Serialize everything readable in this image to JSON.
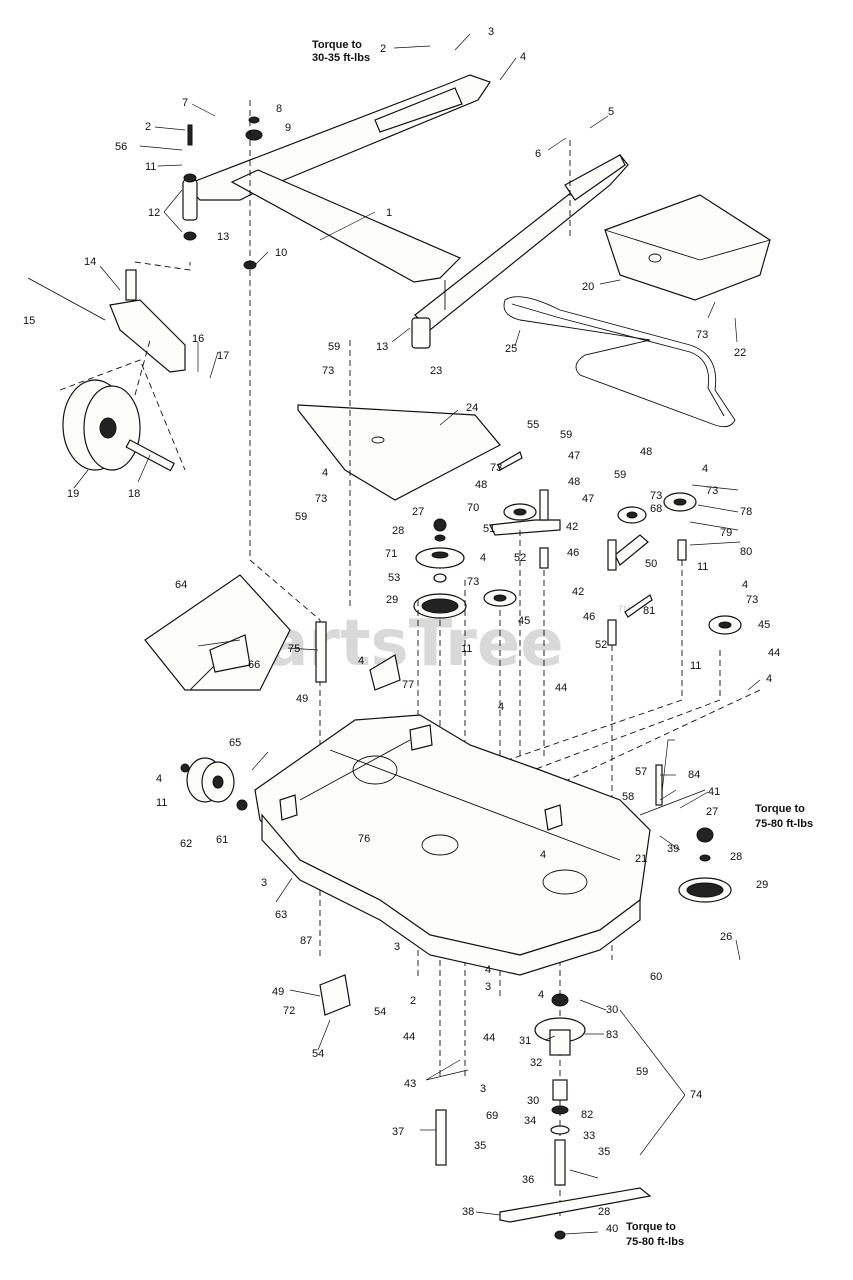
{
  "watermark": "PartsTree",
  "trademark": "TM",
  "notes": [
    {
      "id": "torque-top",
      "lines": [
        "Torque to",
        "30-35 ft-lbs"
      ]
    },
    {
      "id": "torque-right",
      "lines": [
        "Torque to",
        "75-80 ft-lbs"
      ]
    },
    {
      "id": "torque-bottom",
      "lines": [
        "Torque to",
        "75-80 ft-lbs"
      ]
    }
  ],
  "callouts": [
    "3",
    "2",
    "4",
    "7",
    "8",
    "9",
    "2",
    "56",
    "11",
    "12",
    "13",
    "6",
    "5",
    "1",
    "10",
    "14",
    "15",
    "16",
    "17",
    "13",
    "20",
    "73",
    "22",
    "25",
    "59",
    "73",
    "23",
    "24",
    "19",
    "18",
    "4",
    "73",
    "59",
    "27",
    "28",
    "71",
    "53",
    "29",
    "55",
    "59",
    "47",
    "48",
    "73",
    "48",
    "70",
    "51",
    "42",
    "52",
    "46",
    "4",
    "73",
    "45",
    "11",
    "59",
    "47",
    "48",
    "73",
    "68",
    "50",
    "42",
    "46",
    "52",
    "81",
    "4",
    "73",
    "78",
    "79",
    "80",
    "11",
    "4",
    "73",
    "45",
    "11",
    "44",
    "4",
    "64",
    "66",
    "75",
    "4",
    "77",
    "49",
    "44",
    "4",
    "65",
    "4",
    "11",
    "62",
    "61",
    "76",
    "84",
    "57",
    "58",
    "41",
    "27",
    "39",
    "21",
    "4",
    "28",
    "29",
    "3",
    "63",
    "87",
    "3",
    "2",
    "4",
    "26",
    "60",
    "3",
    "49",
    "72",
    "54",
    "54",
    "4",
    "30",
    "44",
    "44",
    "83",
    "31",
    "32",
    "59",
    "74",
    "43",
    "3",
    "69",
    "30",
    "34",
    "82",
    "33",
    "37",
    "35",
    "35",
    "36",
    "38",
    "28",
    "40"
  ]
}
